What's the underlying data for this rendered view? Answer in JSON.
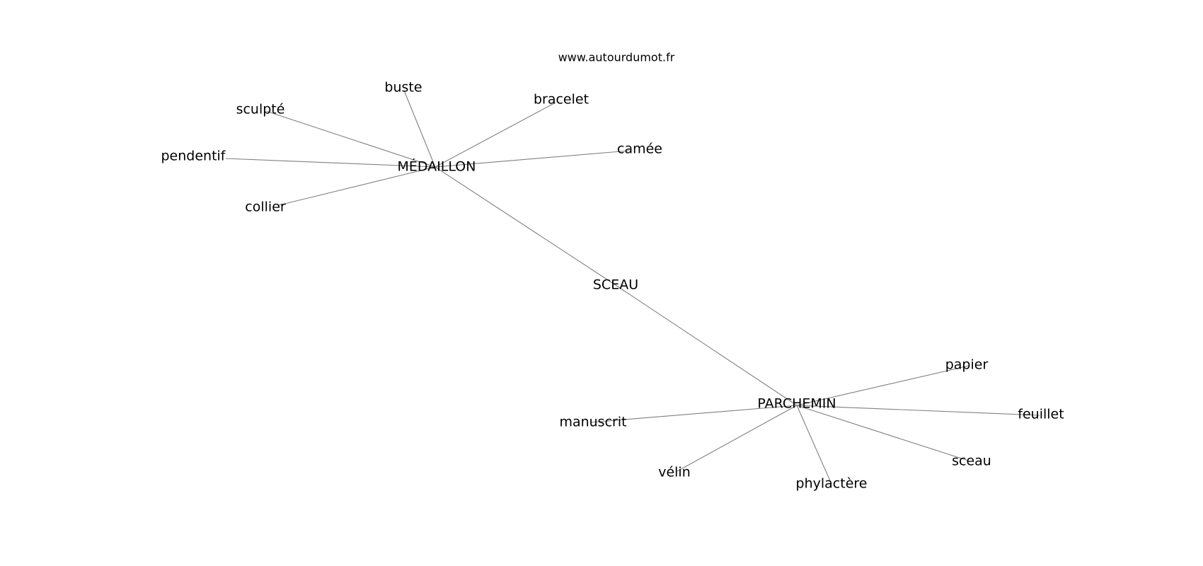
{
  "website": "www.autourdumot.fr",
  "center": "SCEAU",
  "hubs": [
    "MÉDAILLON",
    "PARCHEMIN"
  ],
  "nodes": [
    "SCEAU",
    "MÉDAILLON",
    "PARCHEMIN",
    "buste",
    "bracelet",
    "sculpté",
    "pendentif",
    "camée",
    "collier",
    "papier",
    "manuscrit",
    "feuillet",
    "vélin",
    "sceau",
    "phylactère"
  ],
  "edges": [
    [
      "MÉDAILLON",
      "SCEAU"
    ],
    [
      "SCEAU",
      "PARCHEMIN"
    ],
    [
      "MÉDAILLON",
      "buste"
    ],
    [
      "MÉDAILLON",
      "bracelet"
    ],
    [
      "MÉDAILLON",
      "sculpté"
    ],
    [
      "MÉDAILLON",
      "pendentif"
    ],
    [
      "MÉDAILLON",
      "camée"
    ],
    [
      "MÉDAILLON",
      "collier"
    ],
    [
      "PARCHEMIN",
      "papier"
    ],
    [
      "PARCHEMIN",
      "manuscrit"
    ],
    [
      "PARCHEMIN",
      "feuillet"
    ],
    [
      "PARCHEMIN",
      "vélin"
    ],
    [
      "PARCHEMIN",
      "sceau"
    ],
    [
      "PARCHEMIN",
      "phylactère"
    ]
  ],
  "colors": {
    "edge": "#808080",
    "text": "#000000",
    "background": "#ffffff"
  }
}
